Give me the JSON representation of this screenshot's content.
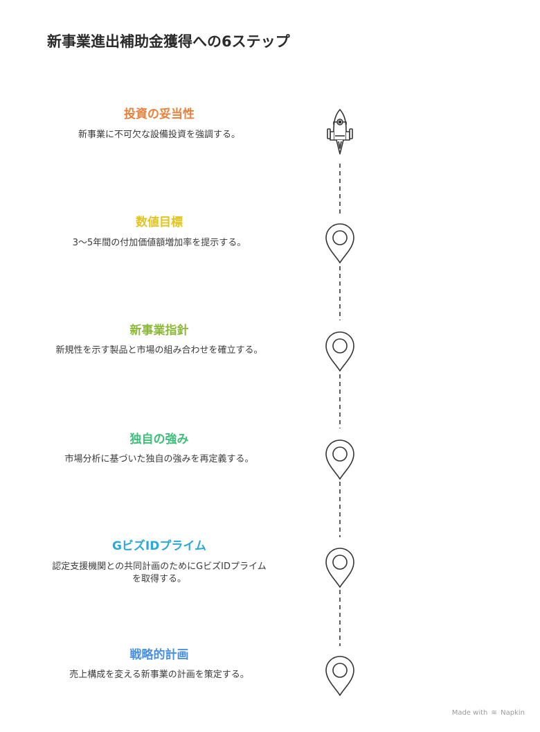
{
  "title": "新事業進出補助金獲得への6ステップ",
  "colors": {
    "step1": "#e8803a",
    "step2": "#e3c41d",
    "step3": "#8cb93a",
    "step4": "#3ec07a",
    "step5": "#2aa8d8",
    "step6": "#4a90e2",
    "line": "#333333"
  },
  "steps": [
    {
      "title": "投資の妥当性",
      "description": "新事業に不可欠な設備投資を強調する。",
      "icon": "rocket-icon"
    },
    {
      "title": "数値目標",
      "description": "3〜5年間の付加価値額増加率を提示する。",
      "icon": "location-pin-icon"
    },
    {
      "title": "新事業指針",
      "description": "新規性を示す製品と市場の組み合わせを確立する。",
      "icon": "location-pin-icon"
    },
    {
      "title": "独自の強み",
      "description": "市場分析に基づいた独自の強みを再定義する。",
      "icon": "location-pin-icon"
    },
    {
      "title": "GビズIDプライム",
      "description_line1": "認定支援機関との共同計画のためにGビズIDプライム",
      "description_line2": "を取得する。",
      "icon": "location-pin-icon"
    },
    {
      "title": "戦略的計画",
      "description": "売上構成を変える新事業の計画を策定する。",
      "icon": "location-pin-icon"
    }
  ],
  "footer": {
    "made_with": "Made with",
    "brand": "Napkin"
  }
}
